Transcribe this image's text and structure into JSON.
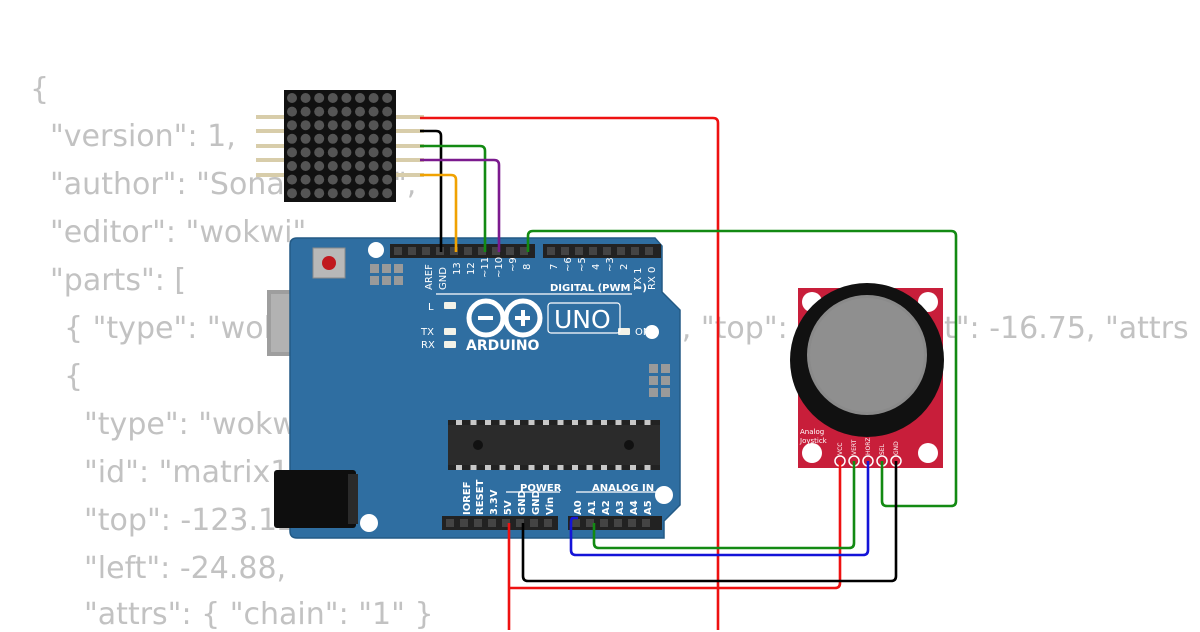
{
  "background_json": {
    "lines": [
      "{",
      "\"version\": 1,",
      "\"author\": \"Sona",
      "\",",
      "\"editor\": \"wokwi\",",
      "\"parts\": [",
      "{ \"type\": \"wok",
      "\", \"top\": ",
      "t\": -16.75, \"attrs",
      "{",
      "\"type\": \"wokw",
      "\"id\": \"matrix1\"",
      "\"top\": -123.12",
      "\"left\": -24.88,",
      "\"attrs\": { \"chain\": \"1\" }"
    ]
  },
  "arduino": {
    "brand": "ARDUINO",
    "model": "UNO",
    "digital_header_label": "DIGITAL (PWM ~)",
    "digital_pins": [
      "AREF",
      "GND",
      "13",
      "12",
      "~11",
      "~10",
      "~9",
      "8",
      "7",
      "~6",
      "~5",
      "4",
      "~3",
      "2",
      "TX 1",
      "RX 0"
    ],
    "led_l": "L",
    "led_tx": "TX",
    "led_rx": "RX",
    "led_on": "ON",
    "power_label": "POWER",
    "analog_label": "ANALOG IN",
    "power_pins": [
      "IOREF",
      "RESET",
      "3.3V",
      "5V",
      "GND",
      "GND",
      "Vin"
    ],
    "analog_pins": [
      "A0",
      "A1",
      "A2",
      "A3",
      "A4",
      "A5"
    ]
  },
  "joystick": {
    "label_line1": "Analog",
    "label_line2": "Joystick",
    "pins": [
      "VCC",
      "VERT",
      "HORZ",
      "SEL",
      "GND"
    ]
  },
  "colors": {
    "board": "#2f6ea1",
    "board_edge": "#235a85",
    "joystick_board": "#c81e3a",
    "wire_red": "#ee1111",
    "wire_black": "#000000",
    "wire_green": "#138a13",
    "wire_purple": "#7b1a8e",
    "wire_orange": "#f0a202",
    "wire_blue": "#1414d8",
    "json_text": "#c2c2c2"
  }
}
